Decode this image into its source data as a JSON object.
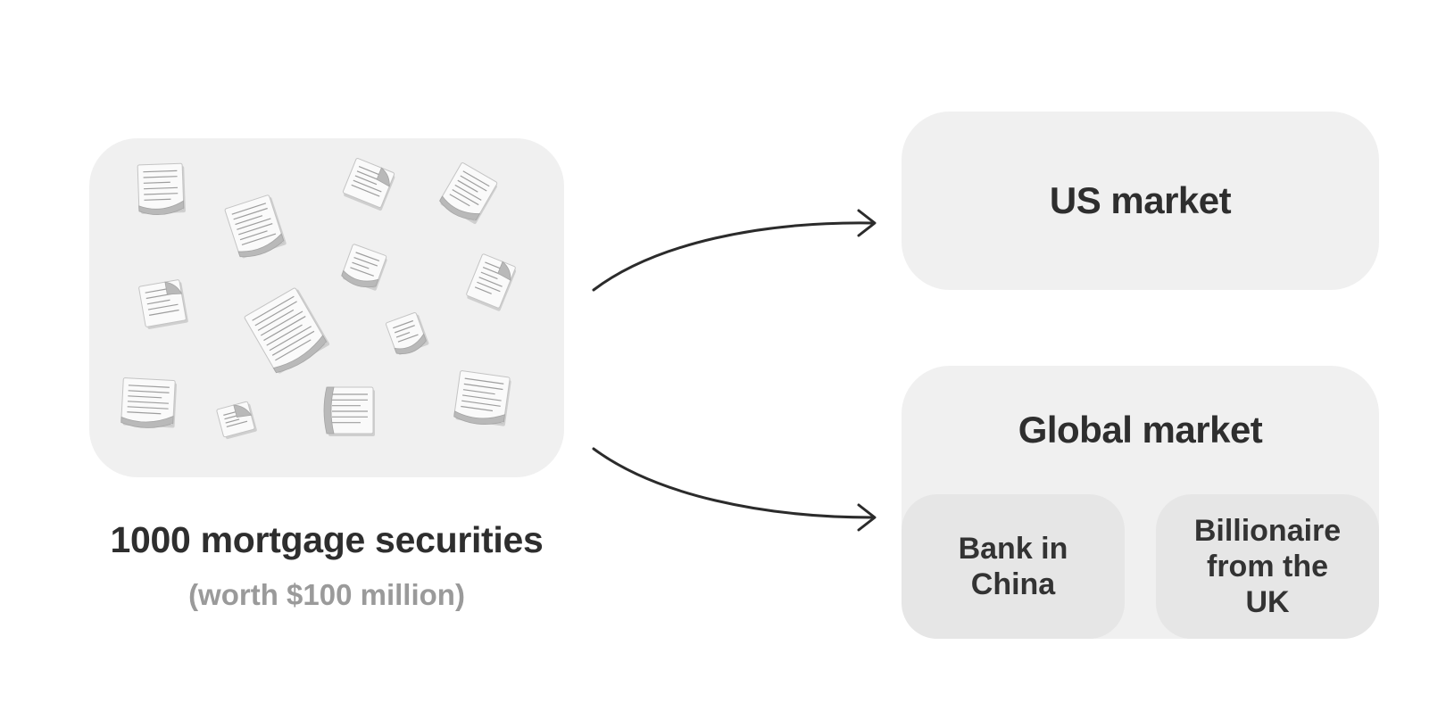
{
  "source": {
    "title": "1000 mortgage securities",
    "subtitle": "(worth $100 million)",
    "documents_icon": "document-icon"
  },
  "targets": {
    "us_market": "US market",
    "global_market": {
      "title": "Global market",
      "participants": [
        {
          "label": "Bank in China"
        },
        {
          "label": "Billionaire from the UK"
        }
      ]
    }
  },
  "arrows": [
    {
      "from": "source",
      "to": "us_market",
      "icon": "arrow-right-icon"
    },
    {
      "from": "source",
      "to": "global_market",
      "icon": "arrow-right-icon"
    }
  ],
  "colors": {
    "box_fill": "#f0f0f0",
    "sub_box_fill": "#e6e6e6",
    "text": "#2e2e2e",
    "muted_text": "#9a9a9a",
    "arrow": "#2b2b2b"
  }
}
